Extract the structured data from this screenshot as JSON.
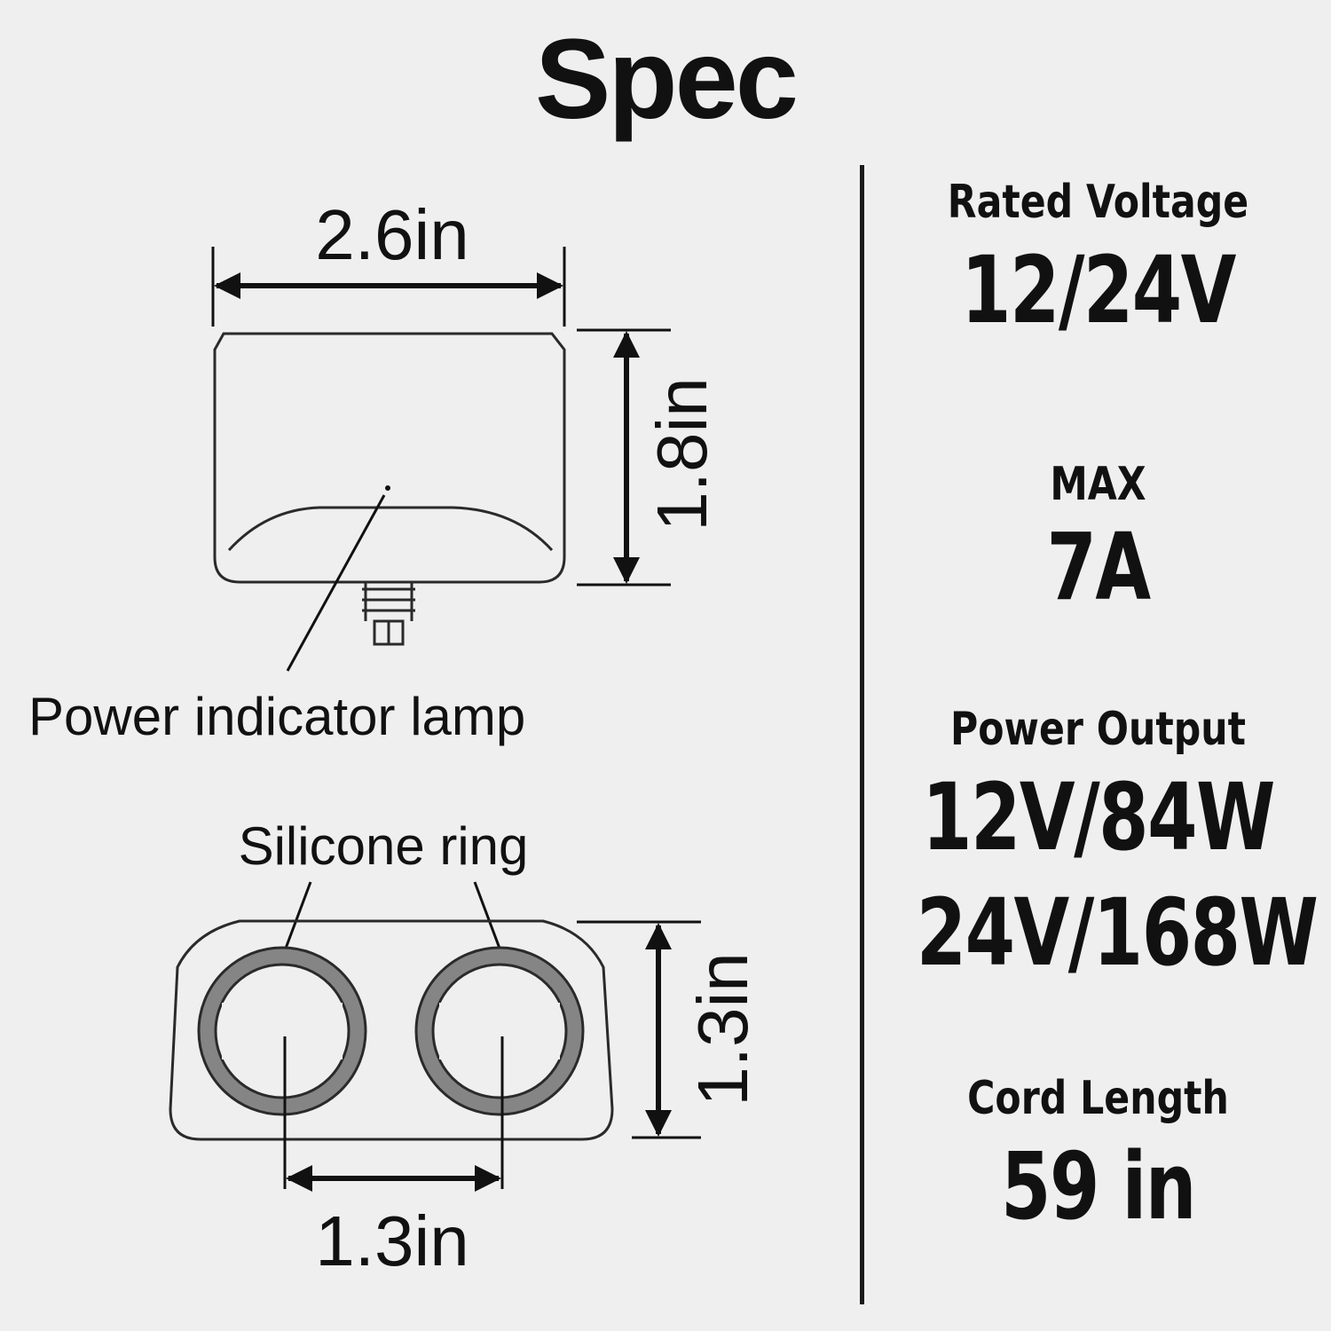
{
  "title": "Spec",
  "diagram": {
    "top_view": {
      "width_label": "2.6in",
      "height_label": "1.8in",
      "callout": "Power indicator lamp"
    },
    "front_view": {
      "callout": "Silicone ring",
      "height_label": "1.3in",
      "spacing_label": "1.3in"
    }
  },
  "specs": {
    "voltage": {
      "label": "Rated Voltage",
      "value": "12/24V"
    },
    "current": {
      "label": "MAX",
      "value": "7A"
    },
    "power": {
      "label": "Power Output",
      "value_1": "12V/84W",
      "value_2": "24V/168W"
    },
    "cord": {
      "label": "Cord Length",
      "value": "59 in"
    }
  }
}
